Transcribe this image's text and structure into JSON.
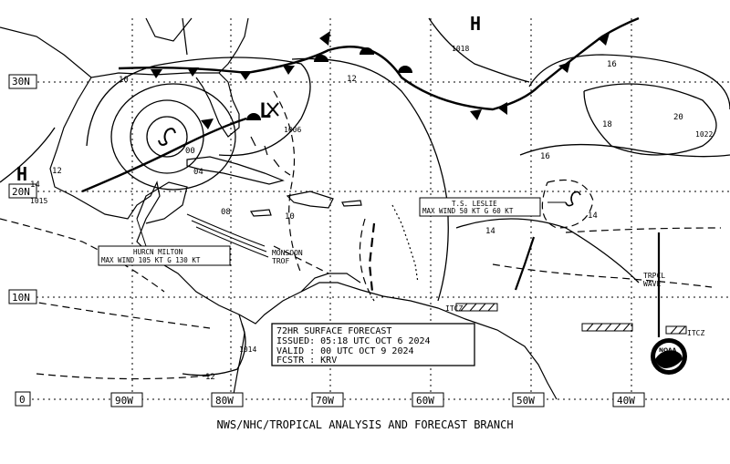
{
  "map": {
    "lat_labels": [
      "30N",
      "20N",
      "10N",
      "0"
    ],
    "lon_labels": [
      "90W",
      "80W",
      "70W",
      "60W",
      "50W",
      "40W"
    ],
    "pressure_centers": [
      {
        "type": "H",
        "value": "1018"
      },
      {
        "type": "H",
        "value": "1015",
        "extra": "14"
      },
      {
        "type": "L",
        "value": "1006"
      },
      {
        "type": "",
        "value": "1022"
      },
      {
        "type": "",
        "value": "1014"
      }
    ],
    "isobar_labels": [
      "10",
      "12",
      "00",
      "04",
      "08",
      "10",
      "12",
      "14",
      "16",
      "18",
      "20",
      "16",
      "14",
      "12",
      "14"
    ],
    "features": {
      "monsoon_trough": "MONSOON\nTROF",
      "itcz_1": "ITCZ",
      "itcz_2": "ITCZ",
      "tropical_wave": "TRPCL\nWAVE"
    },
    "storm_boxes": [
      {
        "line1": "HURCN MILTON",
        "line2": "MAX WIND 105 KT G 130 KT"
      },
      {
        "line1": "T.S. LESLIE",
        "line2": "MAX WIND 50 KT G 60 KT"
      }
    ],
    "forecast_box": {
      "line1": "72HR SURFACE FORECAST",
      "line2": "ISSUED: 05:18 UTC OCT 6 2024",
      "line3": "VALID : 00 UTC OCT 9 2024",
      "line4": "FCSTR : KRV"
    },
    "logo_text": "NOAA",
    "footer": "NWS/NHC/TROPICAL ANALYSIS AND FORECAST BRANCH"
  }
}
